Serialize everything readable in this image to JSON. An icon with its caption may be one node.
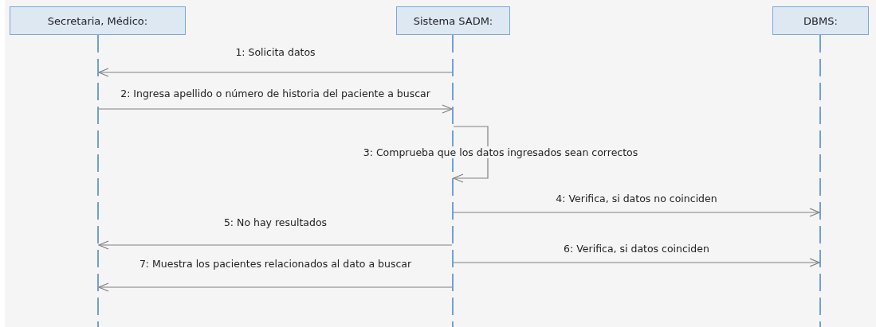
{
  "diagram": {
    "nodes": [
      {
        "text": [
          "Secretaria, Médico:"
        ]
      },
      {
        "text": [
          "Sistema SADM:"
        ]
      },
      {
        "text": [
          "DBMS:"
        ]
      },
      {
        "text": [],
        "shape": "line"
      },
      {
        "text": [],
        "shape": "line"
      },
      {
        "text": [],
        "shape": "line"
      }
    ],
    "edges": [
      {
        "from": 4,
        "to": 3,
        "arrow": "to",
        "label": "1: Solicita datos"
      },
      {
        "from": 3,
        "to": 4,
        "arrow": "to",
        "label": "2: Ingresa apellido o número de historia del paciente a buscar"
      },
      {
        "from": 4,
        "to": 4,
        "arrow": "to",
        "label": "3: Comprueba que los datos ingresados sean correctos"
      },
      {
        "from": 4,
        "to": 5,
        "arrow": "to",
        "label": "4: Verifica, si datos no coinciden"
      },
      {
        "from": 4,
        "to": 3,
        "arrow": "to",
        "label": "5: No hay resultados"
      },
      {
        "from": 4,
        "to": 5,
        "arrow": "to",
        "label": "6: Verifica, si datos coinciden"
      },
      {
        "from": 4,
        "to": 3,
        "arrow": "to",
        "label": "7: Muestra los pacientes relacionados al dato a buscar"
      }
    ]
  }
}
